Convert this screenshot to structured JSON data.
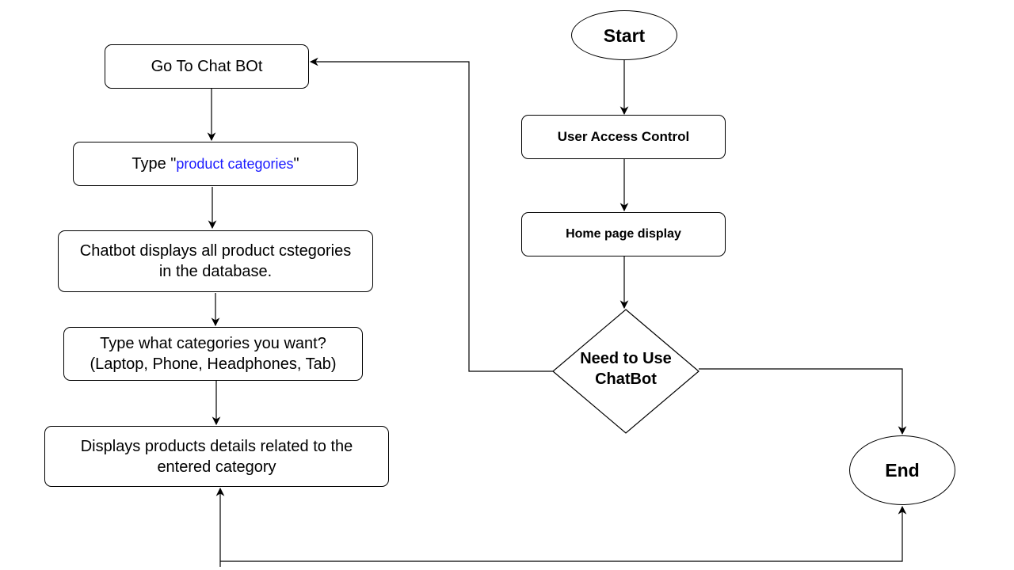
{
  "colors": {
    "stroke": "#000000",
    "background": "#ffffff",
    "highlight_text": "#1a1aff"
  },
  "nodes": {
    "start": "Start",
    "user_access_control": "User Access Control",
    "home_page_display": "Home page display",
    "need_to_use_chatbot_line1": "Need to Use",
    "need_to_use_chatbot_line2": "ChatBot",
    "end": "End",
    "go_to_chat_bot": "Go To Chat BOt",
    "type_prefix": "Type \"",
    "type_highlight": "product categories",
    "type_suffix": "\"",
    "chatbot_displays_line1": "Chatbot displays all product cstegories",
    "chatbot_displays_line2": "in the database.",
    "type_categories_line1": "Type what categories you want?",
    "type_categories_line2": "(Laptop, Phone, Headphones, Tab)",
    "displays_products_line1": "Displays products details related to the",
    "displays_products_line2": "entered category"
  }
}
